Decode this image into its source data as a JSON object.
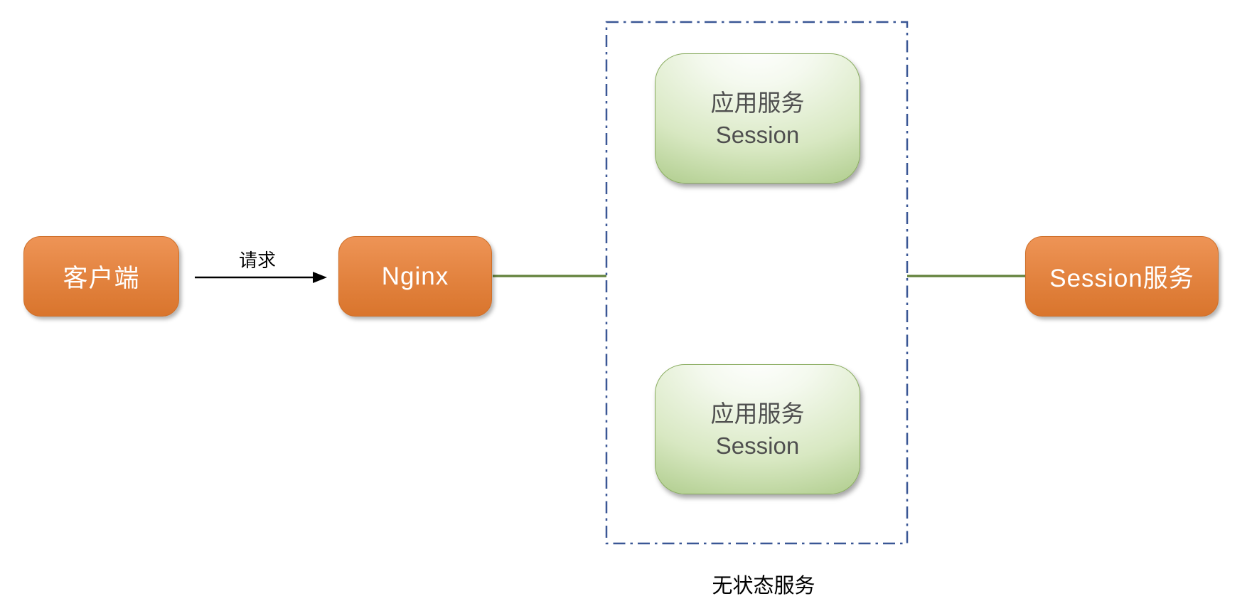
{
  "colors": {
    "node_orange_top": "#ee9456",
    "node_orange_mid": "#e2823e",
    "node_orange_bottom": "#d9752d",
    "node_orange_border": "#cf6f28",
    "node_green_light": "#f4f9ee",
    "node_green_mid": "#d8e8c2",
    "node_green_dark": "#94ba69",
    "node_green_border": "#8aad60",
    "connector_green": "#61813a",
    "group_border_blue": "#3a5795",
    "arrow_black": "#000000",
    "node_text_light": "#ffffff",
    "node_text_dark": "#4f4f4f",
    "label_text": "#000000"
  },
  "diagram": {
    "client": {
      "label": "客户端"
    },
    "request_edge": {
      "label": "请求"
    },
    "nginx": {
      "label": "Nginx"
    },
    "app_service_top": {
      "line1": "应用服务",
      "line2": "Session"
    },
    "app_service_bottom": {
      "line1": "应用服务",
      "line2": "Session"
    },
    "session_service": {
      "label": "Session服务"
    },
    "stateless_group": {
      "label": "无状态服务"
    }
  }
}
